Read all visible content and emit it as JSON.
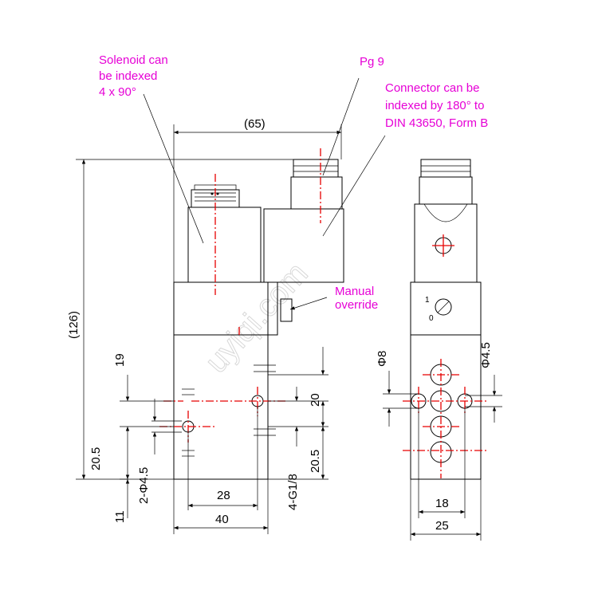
{
  "notes": {
    "solenoid": [
      "Solenoid can",
      "be indexed",
      "4 x 90°"
    ],
    "pg": "Pg 9",
    "connector": [
      "Connector can be",
      "indexed by 180° to",
      "DIN 43650, Form B"
    ],
    "manual": [
      "Manual",
      "override"
    ]
  },
  "dims": {
    "d65": "(65)",
    "d126": "(126)",
    "d19": "19",
    "d20_5_left": "20.5",
    "d2phi": "2-Φ4.5",
    "d11": "11",
    "d28": "28",
    "d40": "40",
    "d20_right": "20",
    "d20_5_right": "20.5",
    "d4g": "4-G1/8",
    "dphi8": "Φ8",
    "dphi4_5": "Φ4.5",
    "d18": "18",
    "d25": "25"
  },
  "override_labels": {
    "one": "1",
    "zero": "0"
  },
  "watermark": "uyiqi.com",
  "colors": {
    "annotation": "#e600d6",
    "centerline": "#e60000",
    "outline": "#000000"
  }
}
